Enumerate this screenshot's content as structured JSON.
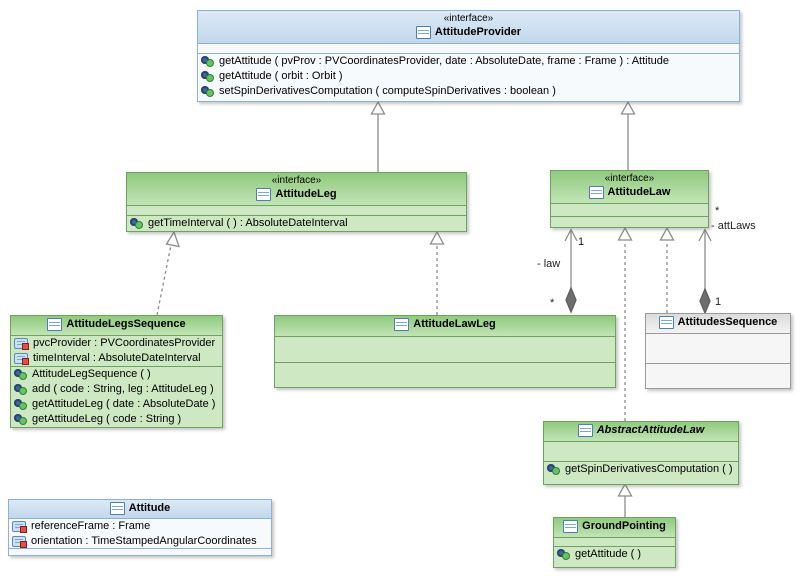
{
  "classes": {
    "attitudeProvider": {
      "stereotype": "«interface»",
      "name": "AttitudeProvider",
      "operations": [
        "getAttitude ( pvProv : PVCoordinatesProvider, date : AbsoluteDate, frame : Frame ) : Attitude",
        "getAttitude ( orbit : Orbit )",
        "setSpinDerivativesComputation ( computeSpinDerivatives : boolean )"
      ]
    },
    "attitudeLeg": {
      "stereotype": "«interface»",
      "name": "AttitudeLeg",
      "operations": [
        "getTimeInterval ( ) : AbsoluteDateInterval"
      ]
    },
    "attitudeLaw": {
      "stereotype": "«interface»",
      "name": "AttitudeLaw"
    },
    "attitudeLegsSequence": {
      "name": "AttitudeLegsSequence",
      "attributes": [
        "pvcProvider : PVCoordinatesProvider",
        "timeInterval : AbsoluteDateInterval"
      ],
      "operations": [
        "AttitudeLegSequence ( )",
        "add ( code : String, leg : AttitudeLeg )",
        "getAttitudeLeg ( date : AbsoluteDate )",
        "getAttitudeLeg ( code : String )"
      ]
    },
    "attitudeLawLeg": {
      "name": "AttitudeLawLeg"
    },
    "attitudesSequence": {
      "name": "AttitudesSequence"
    },
    "abstractAttitudeLaw": {
      "name": "AbstractAttitudeLaw",
      "operations": [
        "getSpinDerivativesComputation ( )"
      ]
    },
    "groundPointing": {
      "name": "GroundPointing",
      "operations": [
        "getAttitude ( )"
      ]
    },
    "attitude": {
      "name": "Attitude",
      "attributes": [
        "referenceFrame : Frame",
        "orientation : TimeStampedAngularCoordinates"
      ]
    }
  },
  "edge_labels": {
    "law_multiplicity_target": "1",
    "law_role": "- law",
    "law_multiplicity_source": "*",
    "attlaws_multiplicity_target": "*",
    "attlaws_role": "- attLaws",
    "attlaws_multiplicity_source": "1"
  },
  "colors": {
    "green_header": "#8fca7e",
    "green_body": "#cde8c3",
    "green_border": "#6fa25e",
    "blue_header": "#c2d8ec",
    "blue_body": "#f7fafd",
    "blue_border": "#8fb0d1",
    "gray_header": "#dcdcdc",
    "gray_body": "#f6f6f6",
    "gray_border": "#9a9a9a",
    "edge": "#8c8c8c"
  }
}
